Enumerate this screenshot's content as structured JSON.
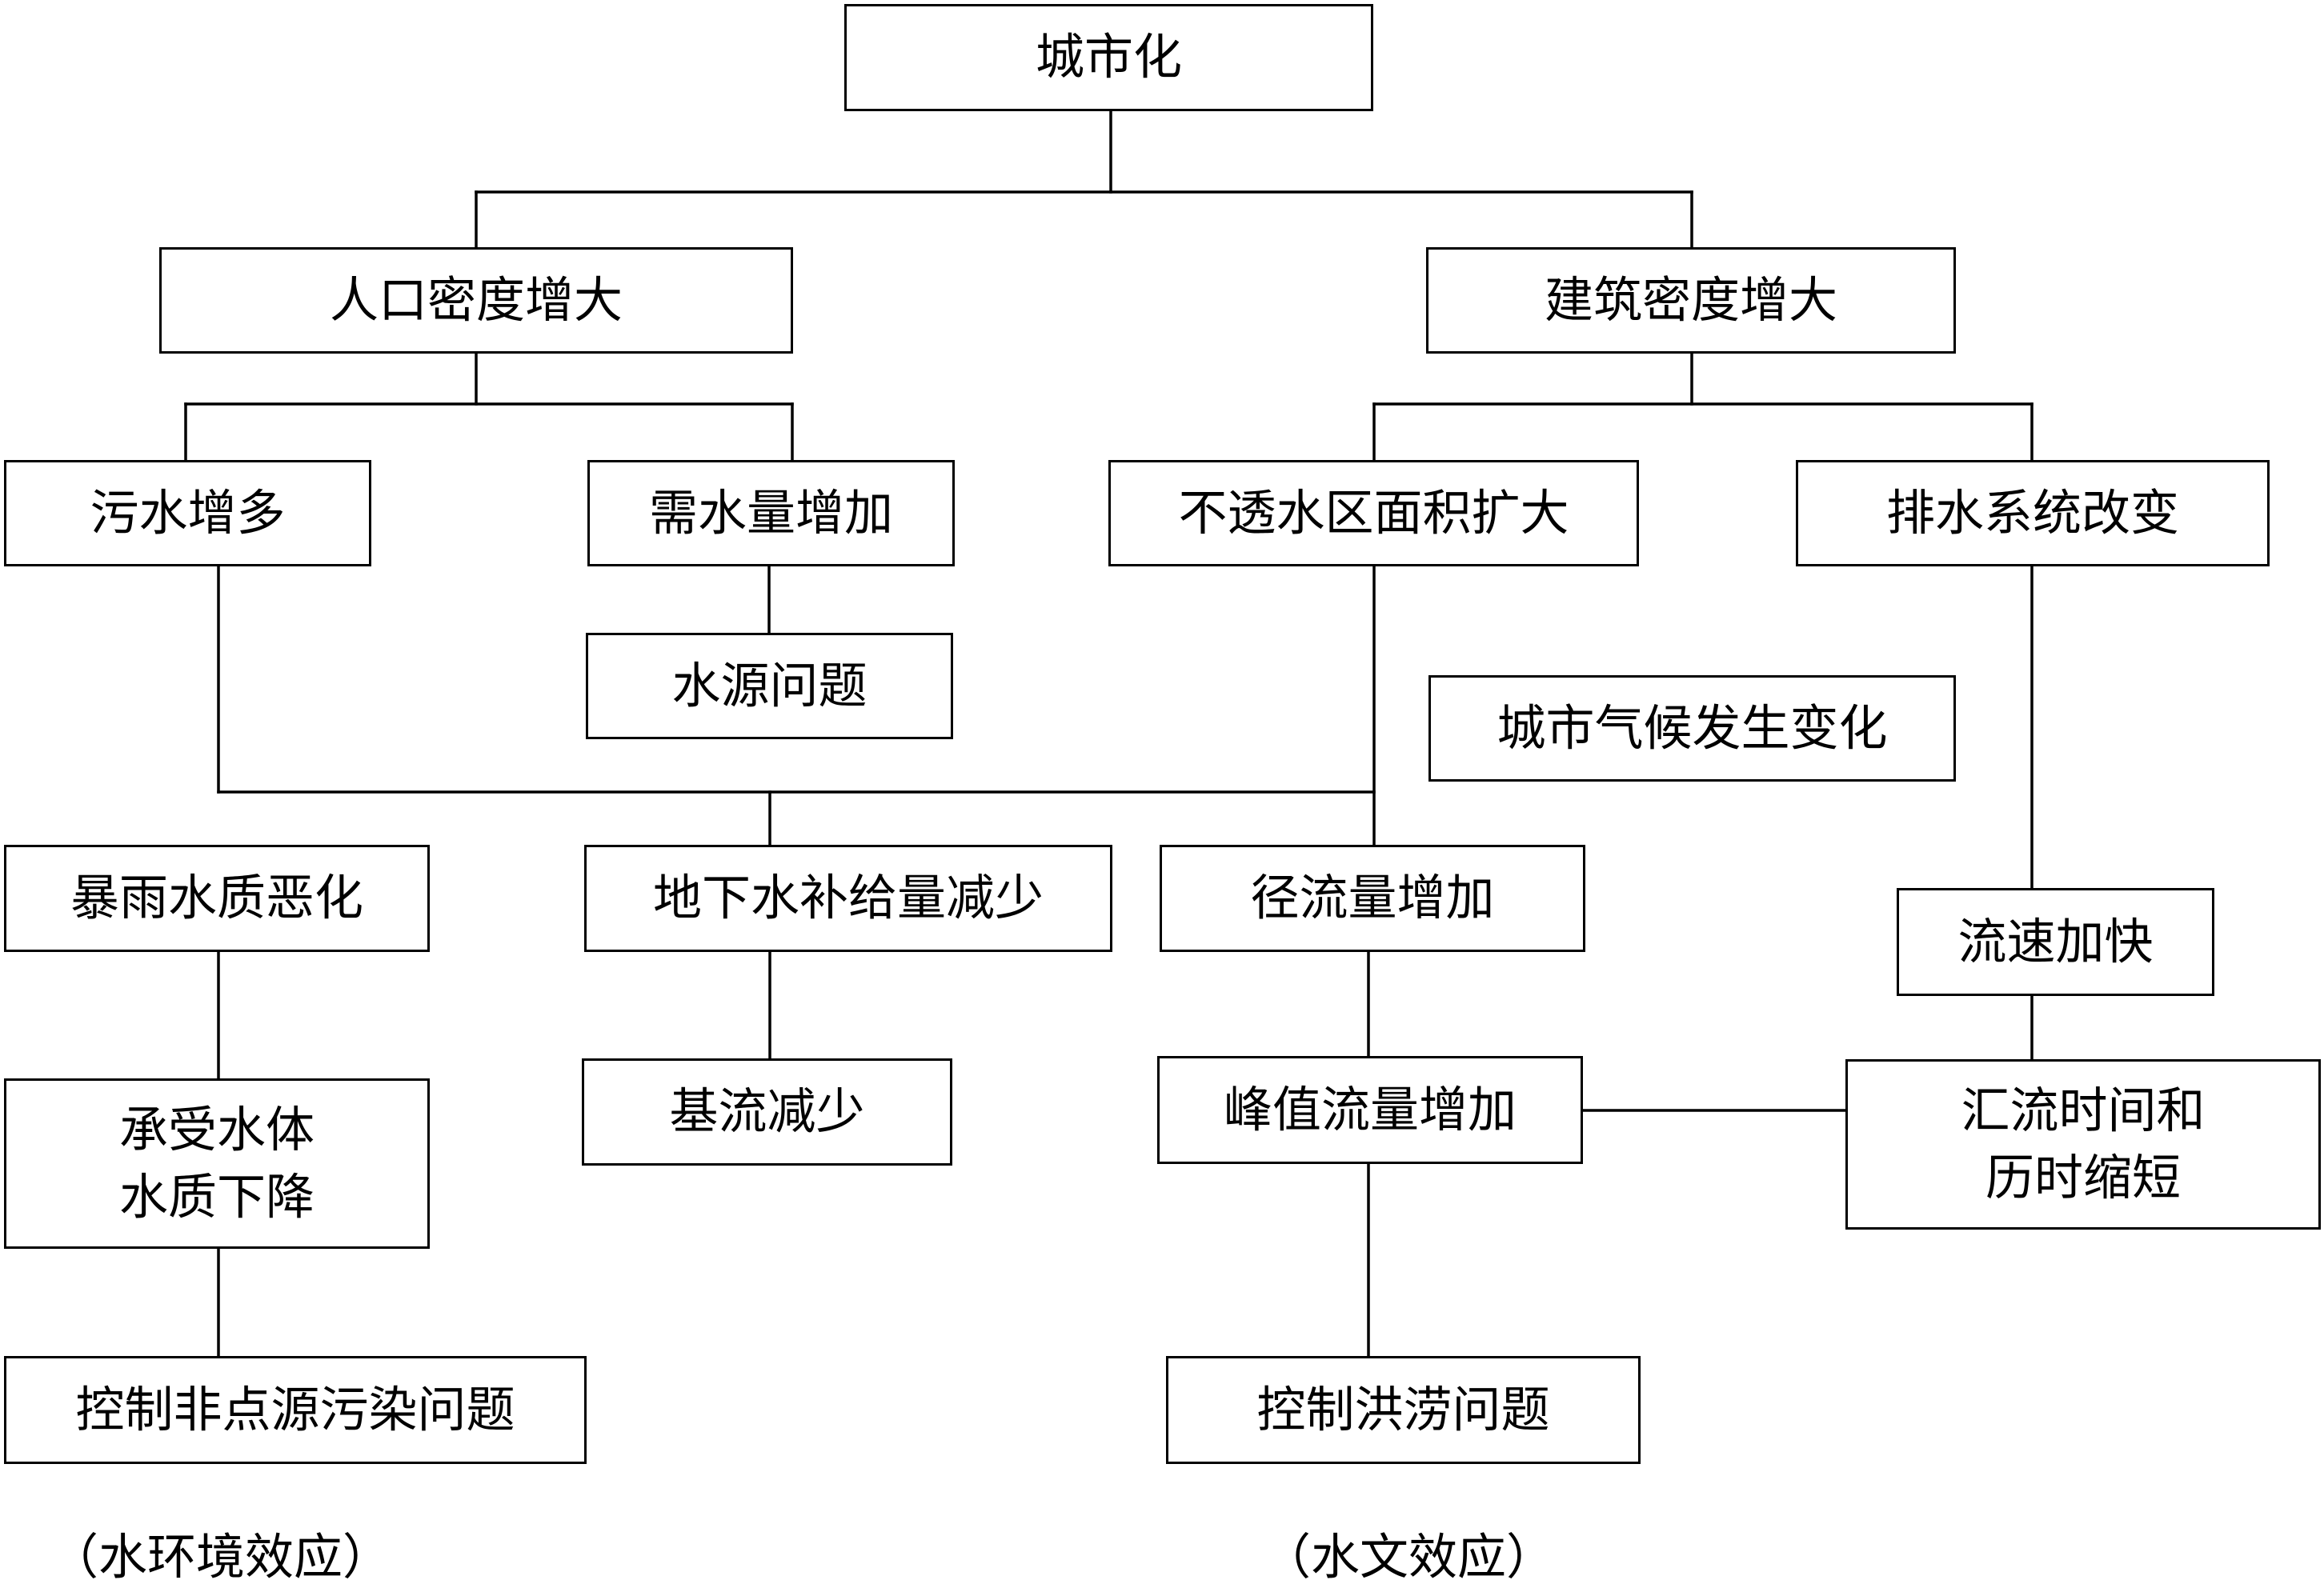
{
  "nodes": {
    "urbanization": "城市化",
    "population_density_increase": "人口密度增大",
    "building_density_increase": "建筑密度增大",
    "sewage_increase": "污水增多",
    "water_demand_increase": "需水量增加",
    "impervious_area_expand": "不透水区面积扩大",
    "drainage_system_change": "排水系统改变",
    "water_source_problem": "水源问题",
    "urban_climate_change": "城市气候发生变化",
    "storm_water_quality_deteriorate": "暴雨水质恶化",
    "groundwater_recharge_decrease": "地下水补给量减少",
    "runoff_increase": "径流量增加",
    "flow_velocity_faster": "流速加快",
    "receiving_water_quality_decline_l1": "承受水体",
    "receiving_water_quality_decline_l2": "水质下降",
    "baseflow_decrease": "基流减少",
    "peak_flow_increase": "峰值流量增加",
    "concentration_time_shorten_l1": "汇流时间和",
    "concentration_time_shorten_l2": "历时缩短",
    "control_nonpoint_pollution": "控制非点源污染问题",
    "control_flood_problem": "控制洪涝问题"
  },
  "captions": {
    "water_environment_effect": "（水环境效应）",
    "hydrological_effect": "（水文效应）"
  },
  "colors": {
    "line": "#000000",
    "box_border": "#000000",
    "background": "#ffffff"
  }
}
